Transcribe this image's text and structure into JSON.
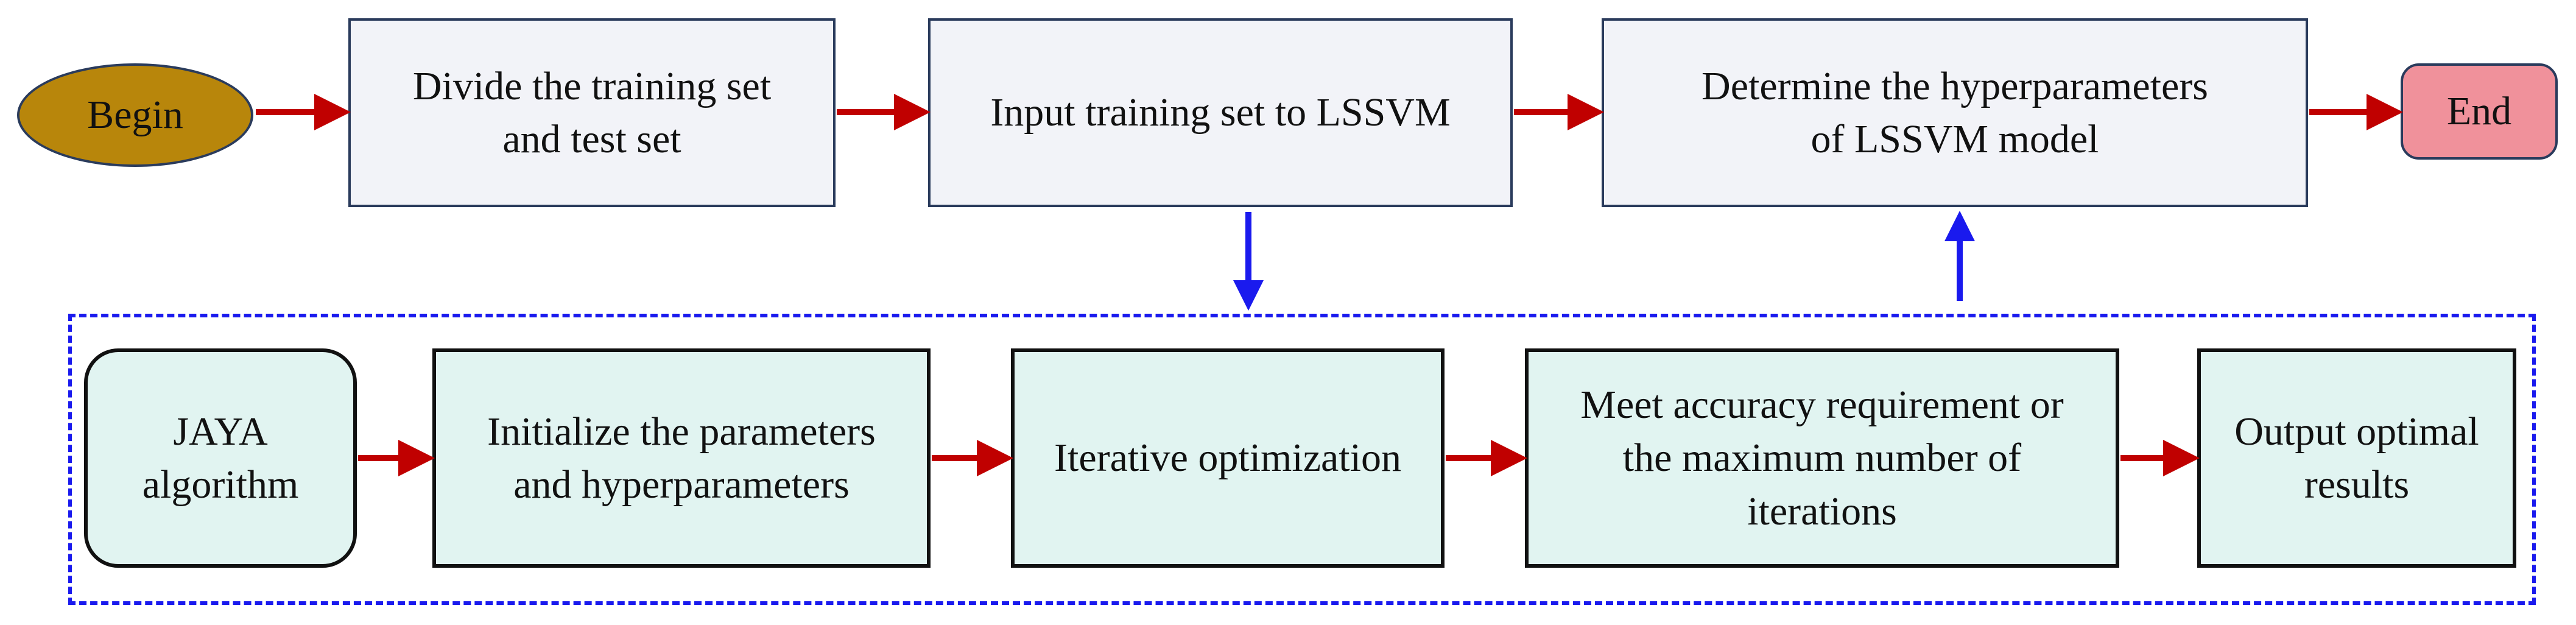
{
  "top_flow": {
    "begin": "Begin",
    "divide": "Divide the training set\nand test set",
    "input": "Input training set to LSSVM",
    "determine": "Determine the hyperparameters\nof LSSVM model",
    "end": "End"
  },
  "jaya_flow": {
    "jaya": "JAYA\nalgorithm",
    "initialize": "Initialize the parameters\nand hyperparameters",
    "iterative": "Iterative optimization",
    "meet": "Meet accuracy requirement or\nthe maximum number of\niterations",
    "output": "Output optimal\nresults"
  },
  "colors": {
    "begin_fill": "#b8860b",
    "end_fill": "#f0919b",
    "top_box_fill": "#f2f3f8",
    "bottom_box_fill": "#e1f4f1",
    "flow_arrow": "#c00000",
    "link_arrow": "#1a1aee"
  }
}
